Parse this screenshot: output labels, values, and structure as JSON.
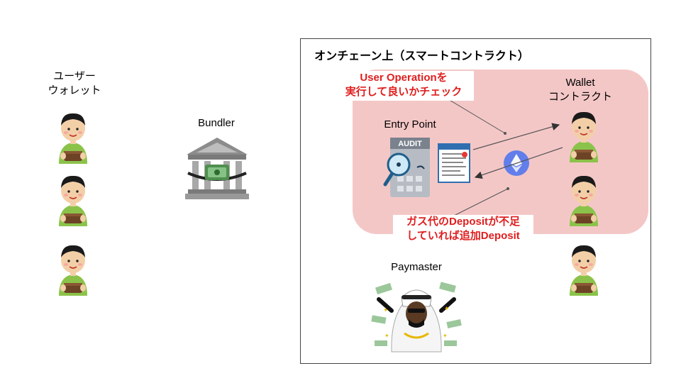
{
  "users": {
    "label_line1": "ユーザー",
    "label_line2": "ウォレット"
  },
  "bundler": {
    "label": "Bundler"
  },
  "onchain": {
    "title": "オンチェーン上（スマートコントラクト）"
  },
  "entry_point": {
    "label": "Entry Point",
    "audit_text": "AUDIT"
  },
  "wallet_contract": {
    "label_line1": "Wallet",
    "label_line2": "コントラクト"
  },
  "paymaster": {
    "label": "Paymaster"
  },
  "notes": {
    "check_line1": "User Operationを",
    "check_line2": "実行して良いかチェック",
    "deposit_line1": "ガス代のDepositが不足",
    "deposit_line2": "していれば追加Deposit"
  },
  "colors": {
    "highlight": "#f4c7c7",
    "note_text": "#e01e1e",
    "ethereum": "#627eea",
    "person_shirt": "#8bc34a"
  }
}
